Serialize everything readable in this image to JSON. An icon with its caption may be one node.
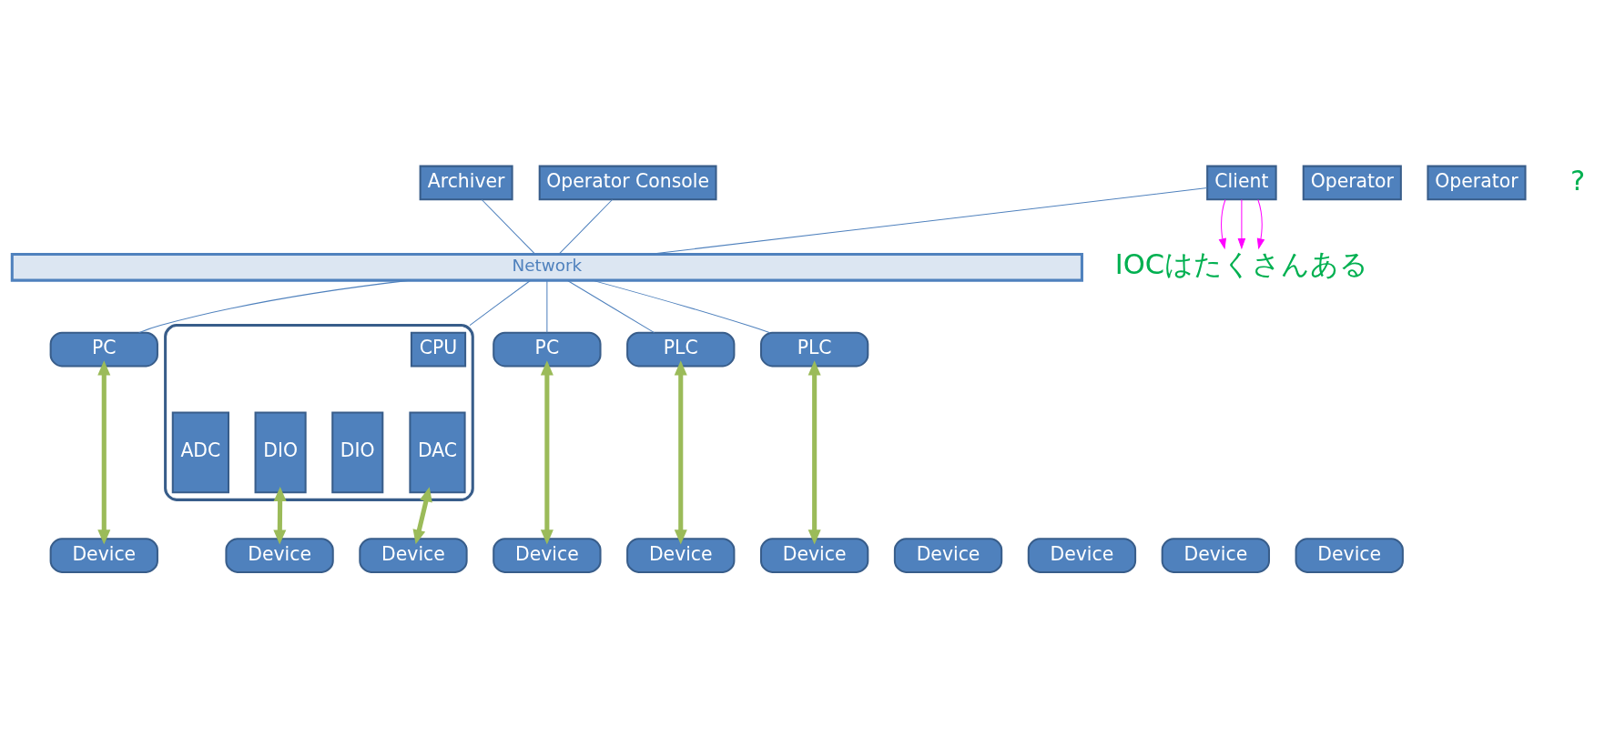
{
  "diagram": {
    "nodes": [
      {
        "text": [
          "Client"
        ]
      },
      {
        "text": [
          "Archiver"
        ]
      },
      {
        "text": [
          "Operator"
        ]
      },
      {
        "text": [
          "Operator"
        ]
      },
      {
        "text": [
          "Operator Console"
        ]
      },
      {
        "text": [
          "Network"
        ]
      },
      {
        "text": [
          "PC"
        ]
      },
      {
        "text": [
          "PC"
        ]
      },
      {
        "text": [],
        "shape": "box"
      },
      {
        "text": [
          "CPU"
        ],
        "in": 8
      },
      {
        "text": [
          "DIO"
        ],
        "in": 8
      },
      {
        "text": [
          "DIO"
        ],
        "in": 8
      },
      {
        "text": [
          "DAC"
        ],
        "in": 8
      },
      {
        "text": [
          "ADC"
        ],
        "in": 8
      },
      {
        "text": [
          "PLC"
        ]
      },
      {
        "text": [
          "PLC"
        ]
      },
      {
        "text": [
          "Device"
        ]
      },
      {
        "text": [
          "Device"
        ]
      },
      {
        "text": [
          "Device"
        ]
      },
      {
        "text": [
          "Device"
        ]
      },
      {
        "text": [
          "Device"
        ]
      },
      {
        "text": [
          "Device"
        ]
      },
      {
        "text": [
          "Device"
        ]
      },
      {
        "text": [
          "Device"
        ]
      },
      {
        "text": [
          "Device"
        ]
      },
      {
        "text": [
          "Device"
        ]
      },
      {
        "text": [
          "IOCはたくさんある"
        ]
      }
    ],
    "edges": [
      {
        "from": 0,
        "to": 5,
        "arrow": "none"
      },
      {
        "from": 1,
        "to": 5,
        "arrow": "none"
      },
      {
        "from": 4,
        "to": 5,
        "arrow": "none"
      },
      {
        "from": 5,
        "to": 6,
        "arrow": "none"
      },
      {
        "from": 5,
        "to": 7,
        "arrow": "none"
      },
      {
        "from": 5,
        "to": 8,
        "arrow": "none"
      },
      {
        "from": 5,
        "to": 14,
        "arrow": "none"
      },
      {
        "from": 5,
        "to": 15,
        "arrow": "none"
      },
      {
        "from": 0,
        "to": 26,
        "arrow": "to",
        "color": "#ff00ff"
      },
      {
        "from": 0,
        "to": 26,
        "arrow": "to",
        "color": "#ff00ff"
      },
      {
        "from": 0,
        "to": 26,
        "arrow": "to",
        "color": "#ff00ff"
      },
      {
        "from": 6,
        "to": 16,
        "arrow": "both",
        "style": "thick",
        "color": "#9bbb59"
      },
      {
        "from": 7,
        "to": 17,
        "arrow": "both",
        "style": "thick",
        "color": "#9bbb59"
      },
      {
        "from": 10,
        "to": 18,
        "arrow": "both",
        "style": "thick",
        "color": "#9bbb59"
      },
      {
        "from": 12,
        "to": 19,
        "arrow": "both",
        "style": "thick",
        "color": "#9bbb59"
      },
      {
        "from": 14,
        "to": 20,
        "arrow": "both",
        "style": "thick",
        "color": "#9bbb59"
      },
      {
        "from": 15,
        "to": 23,
        "arrow": "both",
        "style": "thick",
        "color": "#9bbb59"
      }
    ],
    "labels": [
      "?"
    ]
  }
}
